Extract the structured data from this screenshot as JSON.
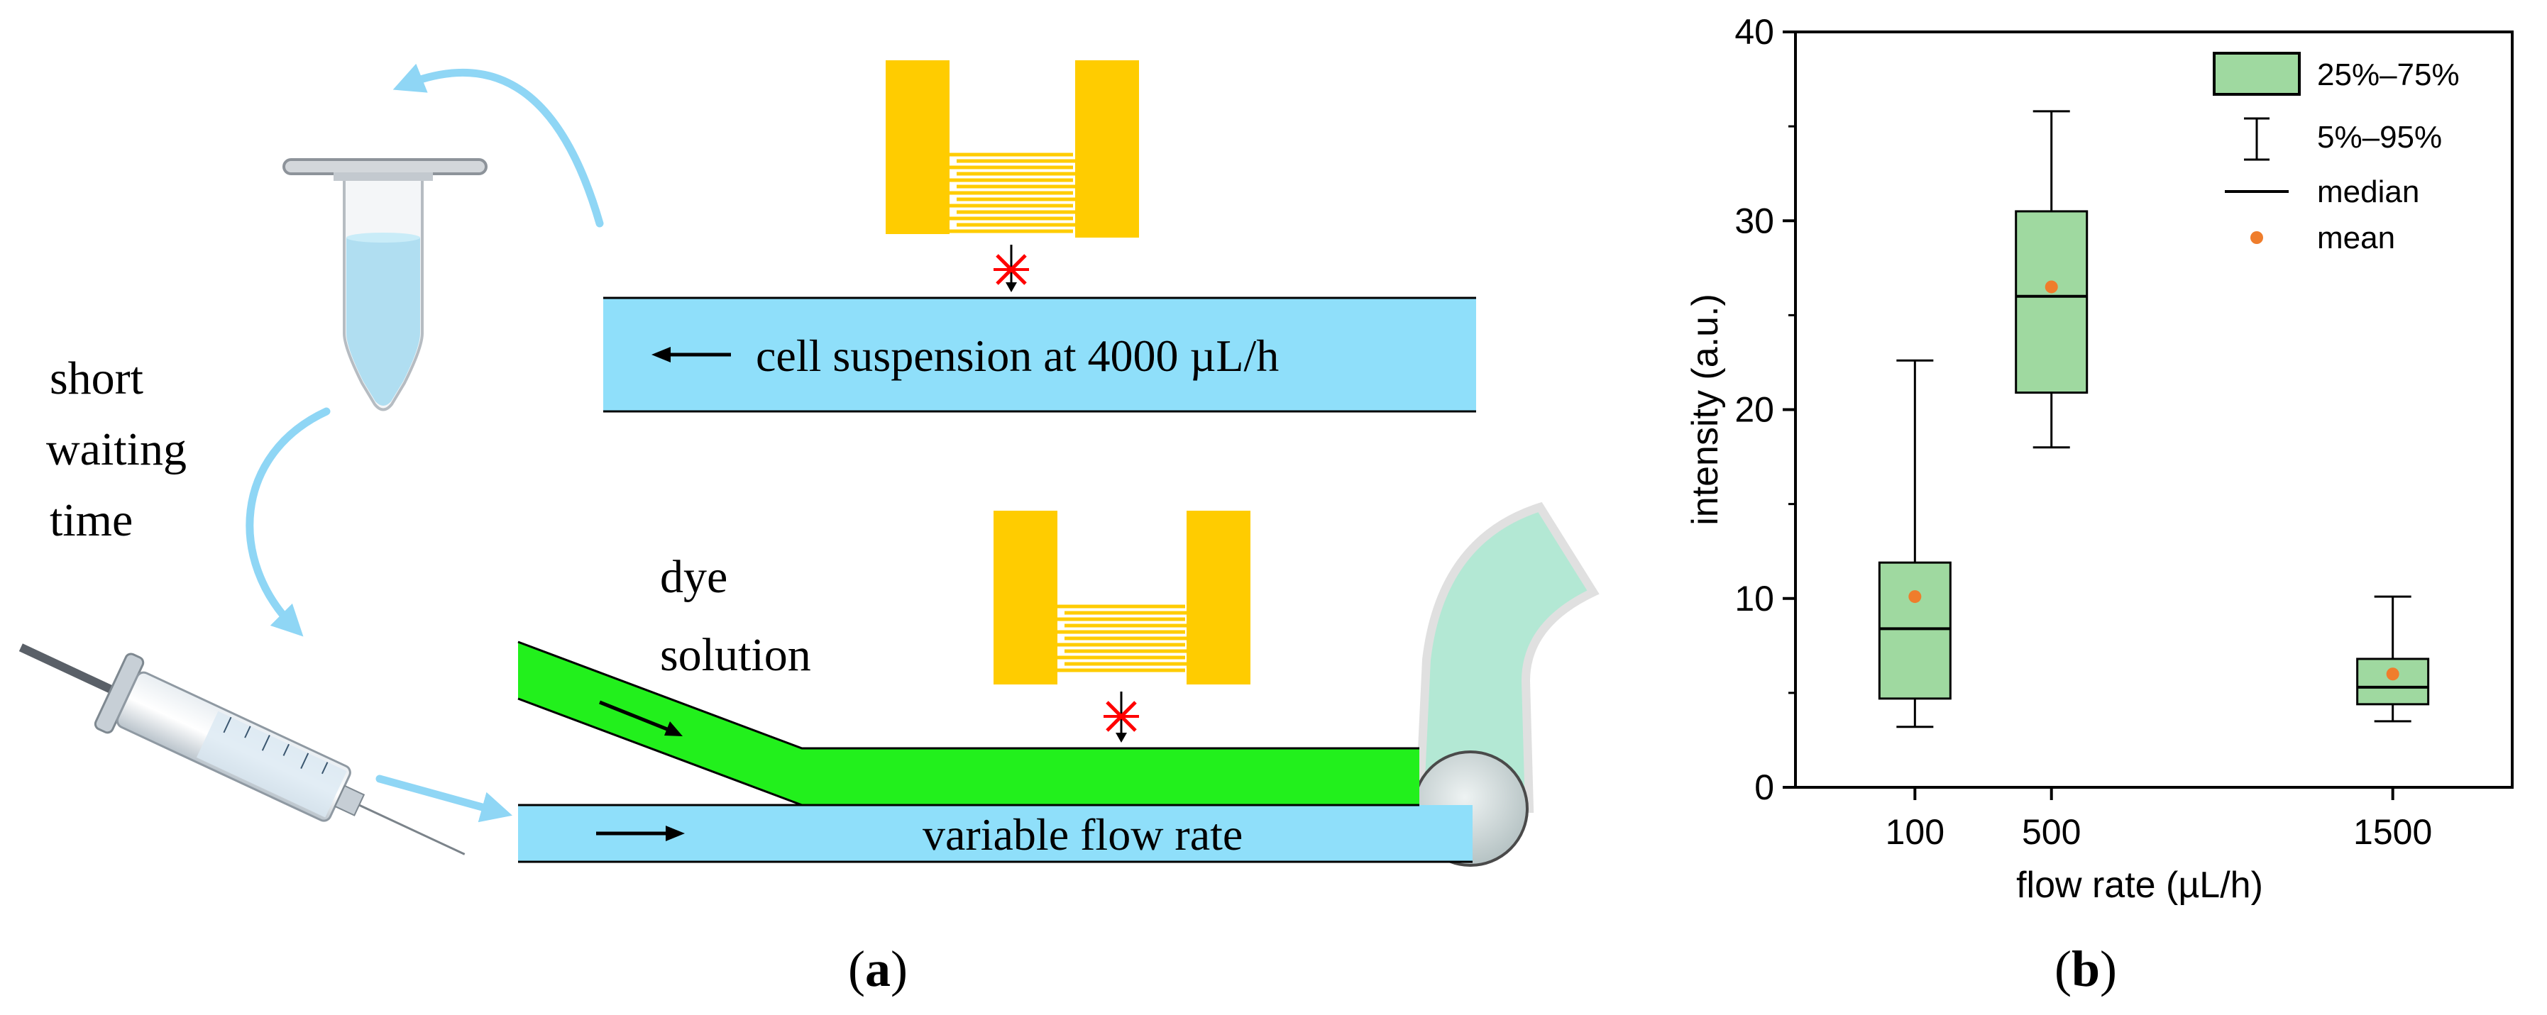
{
  "panel_a": {
    "label_open": "(",
    "label_letter": "a",
    "label_close": ")",
    "waiting_lines": [
      "short",
      "waiting",
      "time"
    ],
    "top_channel_text": "cell suspension at 4000 µL/h",
    "dye_lines": [
      "dye",
      "solution"
    ],
    "bottom_channel_text": "variable flow rate",
    "colors": {
      "channel_blue": "#8fdffa",
      "dye_green": "#22f01c",
      "electrode_yellow": "#ffcc00",
      "arrow_cyan": "#8fd6f5",
      "marker_red": "#ff0000",
      "tube_mint": "#b3e8d4"
    },
    "icons": [
      "eppendorf-tube-icon",
      "syringe-icon",
      "electrode-chip-icon",
      "curved-arrow-icon"
    ]
  },
  "panel_b": {
    "label_open": "(",
    "label_letter": "b",
    "label_close": ")"
  },
  "chart_data": {
    "type": "box",
    "categories": [
      "100",
      "500",
      "1500"
    ],
    "x_values": [
      100,
      500,
      1500
    ],
    "xlim": [
      -250,
      1850
    ],
    "ylim": [
      0,
      40
    ],
    "yticks": [
      0,
      10,
      20,
      30,
      40
    ],
    "xlabel": "flow rate (µL/h)",
    "ylabel": "intensity (a.u.)",
    "boxes": [
      {
        "category": "100",
        "whisker_low": 3.2,
        "q1": 4.7,
        "median": 8.4,
        "q3": 11.9,
        "whisker_high": 22.6,
        "mean": 10.1
      },
      {
        "category": "500",
        "whisker_low": 18.0,
        "q1": 20.9,
        "median": 26.0,
        "q3": 30.5,
        "whisker_high": 35.8,
        "mean": 26.5
      },
      {
        "category": "1500",
        "whisker_low": 3.5,
        "q1": 4.4,
        "median": 5.3,
        "q3": 6.8,
        "whisker_high": 10.1,
        "mean": 6.0
      }
    ],
    "legend": {
      "position": "top-right",
      "entries": [
        {
          "label": "25%–75%",
          "kind": "box"
        },
        {
          "label": "5%–95%",
          "kind": "whisker"
        },
        {
          "label": "median",
          "kind": "line"
        },
        {
          "label": "mean",
          "kind": "dot"
        }
      ]
    },
    "colors": {
      "box_fill": "#9fd9a0",
      "mean": "#ef7d2c",
      "stroke": "#000000"
    },
    "grid": false
  }
}
